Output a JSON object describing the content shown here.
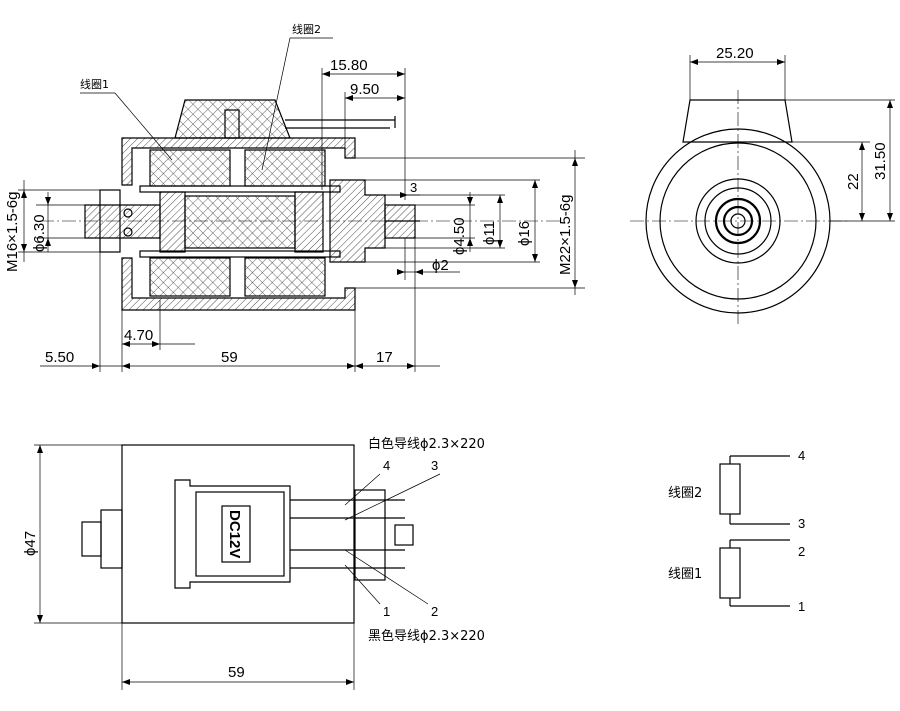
{
  "section_view": {
    "coil2_label": "线圈2",
    "coil1_label": "线圈1",
    "dim_15_80": "15.80",
    "dim_9_50": "9.50",
    "thread_left": "M16×1.5-6g",
    "dim_6_30": "ϕ6.30",
    "dim_3": "3",
    "dim_4_50": "ϕ4.50",
    "dim_11": "ϕ11",
    "dim_16": "ϕ16",
    "thread_right": "M22×1.5-6g",
    "dim_2": "ϕ2",
    "dim_4_70": "4.70",
    "dim_5_50": "5.50",
    "dim_59": "59",
    "dim_17": "17"
  },
  "end_view": {
    "dim_25_20": "25.20",
    "dim_22": "22",
    "dim_31_50": "31.50"
  },
  "side_view": {
    "white_wire": "白色导线ϕ2.3×220",
    "black_wire": "黑色导线ϕ2.3×220",
    "label_dc12v": "DC12V",
    "dim_47": "ϕ47",
    "dim_59": "59",
    "pin_4": "4",
    "pin_3": "3",
    "pin_1": "1",
    "pin_2": "2"
  },
  "schematic": {
    "coil2_label": "线圈2",
    "coil1_label": "线圈1",
    "pin_4": "4",
    "pin_3": "3",
    "pin_2": "2",
    "pin_1": "1"
  }
}
